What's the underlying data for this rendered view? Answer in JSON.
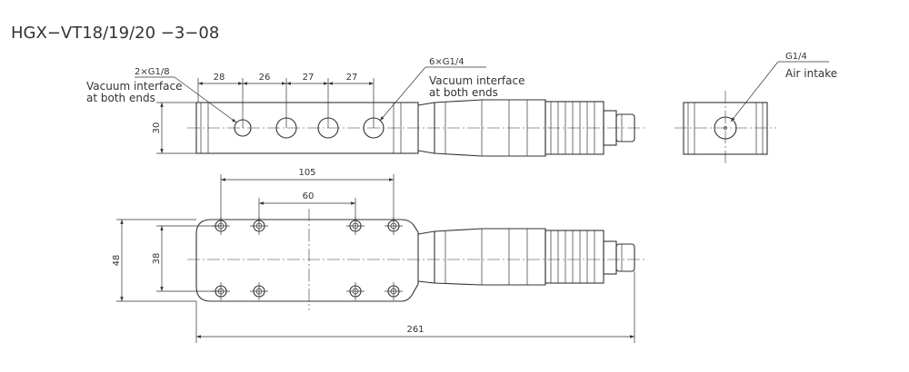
{
  "title": "HGX−VT18/19/20 −3−08",
  "labels": {
    "port_small": "2×G1/8",
    "vacuum_left_1": "Vacuum interface",
    "vacuum_left_2": "at both ends",
    "port_large": "6×G1/4",
    "vacuum_right_1": "Vacuum interface",
    "vacuum_right_2": "at both ends",
    "intake_port": "G1/4",
    "intake_label": "Air intake"
  },
  "dimensions": {
    "d28": "28",
    "d26": "26",
    "d27a": "27",
    "d27b": "27",
    "height_front": "30",
    "d105": "105",
    "d60": "60",
    "d48": "48",
    "d38": "38",
    "d261": "261"
  },
  "colors": {
    "line": "#333333",
    "background": "#ffffff"
  }
}
